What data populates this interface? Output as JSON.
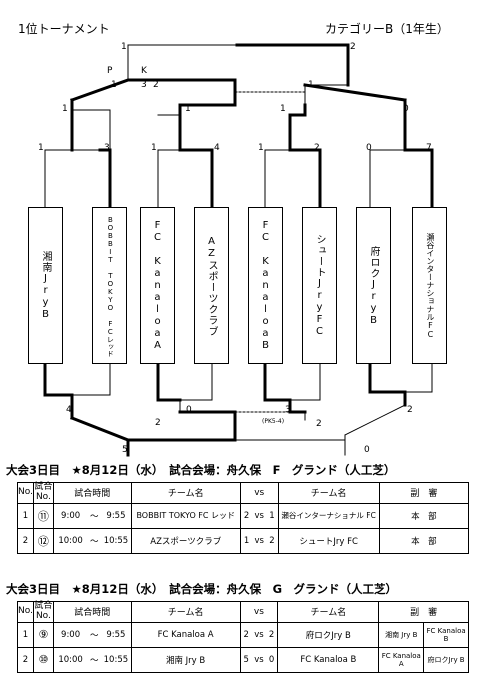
{
  "header": {
    "left_title": "1位トーナメント",
    "right_title": "カテゴリーB（1年生）"
  },
  "bracket_top": {
    "final_left_score": "1",
    "final_right_score": "2",
    "pk_p": "P",
    "pk_k": "K",
    "pk_left": "1",
    "pk_right": "3",
    "semi_left_score": "2",
    "semi_right_score": "1",
    "qf_scores": [
      "1",
      "1",
      "1",
      "0"
    ],
    "r1_scores": [
      "1",
      "3",
      "1",
      "4",
      "1",
      "2",
      "0",
      "7"
    ]
  },
  "teams": [
    "湘南JryB",
    "BOBBIT TOKYO FCレッド",
    "FC KanaloaA",
    "AZスポーツクラブ",
    "FC KanaloaB",
    "シュートJryFC",
    "府ロクJryB",
    "瀬谷インターナショナルFC"
  ],
  "bracket_bottom": {
    "left_outer": "4",
    "left_inner": "2",
    "left_mid": "0",
    "right_mid": "3",
    "right_outer": "2",
    "right_inner": "2",
    "pk_note": "(PK5-4)",
    "final_left": "5",
    "final_right": "0"
  },
  "day_f": {
    "title": "大会3日目　★8月12日（水）　試合会場：舟久保　F　グランド（人工芝）",
    "headers": [
      "No.",
      "試合No.",
      "試合時間",
      "チーム名",
      "vs",
      "チーム名",
      "副　審"
    ],
    "rows": [
      {
        "no": "1",
        "match": "⑪",
        "start": "9:00",
        "tilde": "～",
        "end": "9:55",
        "team1": "BOBBIT TOKYO FC レッド",
        "s1": "2",
        "vs": "vs",
        "s2": "1",
        "team2": "瀬谷インターナショナル FC",
        "ref": "本　部"
      },
      {
        "no": "2",
        "match": "⑫",
        "start": "10:00",
        "tilde": "～",
        "end": "10:55",
        "team1": "AZスポーツクラブ",
        "s1": "1",
        "vs": "vs",
        "s2": "2",
        "team2": "シュートJry FC",
        "ref": "本　部"
      }
    ]
  },
  "day_g": {
    "title": "大会3日目　★8月12日（水）　試合会場：舟久保　G　グランド（人工芝）",
    "headers": [
      "No.",
      "試合No.",
      "試合時間",
      "チーム名",
      "vs",
      "チーム名",
      "副　審"
    ],
    "rows": [
      {
        "no": "1",
        "match": "⑨",
        "start": "9:00",
        "tilde": "～",
        "end": "9:55",
        "team1": "FC Kanaloa A",
        "s1": "2",
        "vs": "vs",
        "s2": "2",
        "team2": "府ロクJry B",
        "ref1": "湘南 Jry B",
        "ref2": "FC Kanaloa B"
      },
      {
        "no": "2",
        "match": "⑩",
        "start": "10:00",
        "tilde": "～",
        "end": "10:55",
        "team1": "湘南 Jry B",
        "s1": "5",
        "vs": "vs",
        "s2": "0",
        "team2": "FC Kanaloa B",
        "ref1": "FC Kanaloa A",
        "ref2": "府ロクJry B"
      }
    ]
  }
}
